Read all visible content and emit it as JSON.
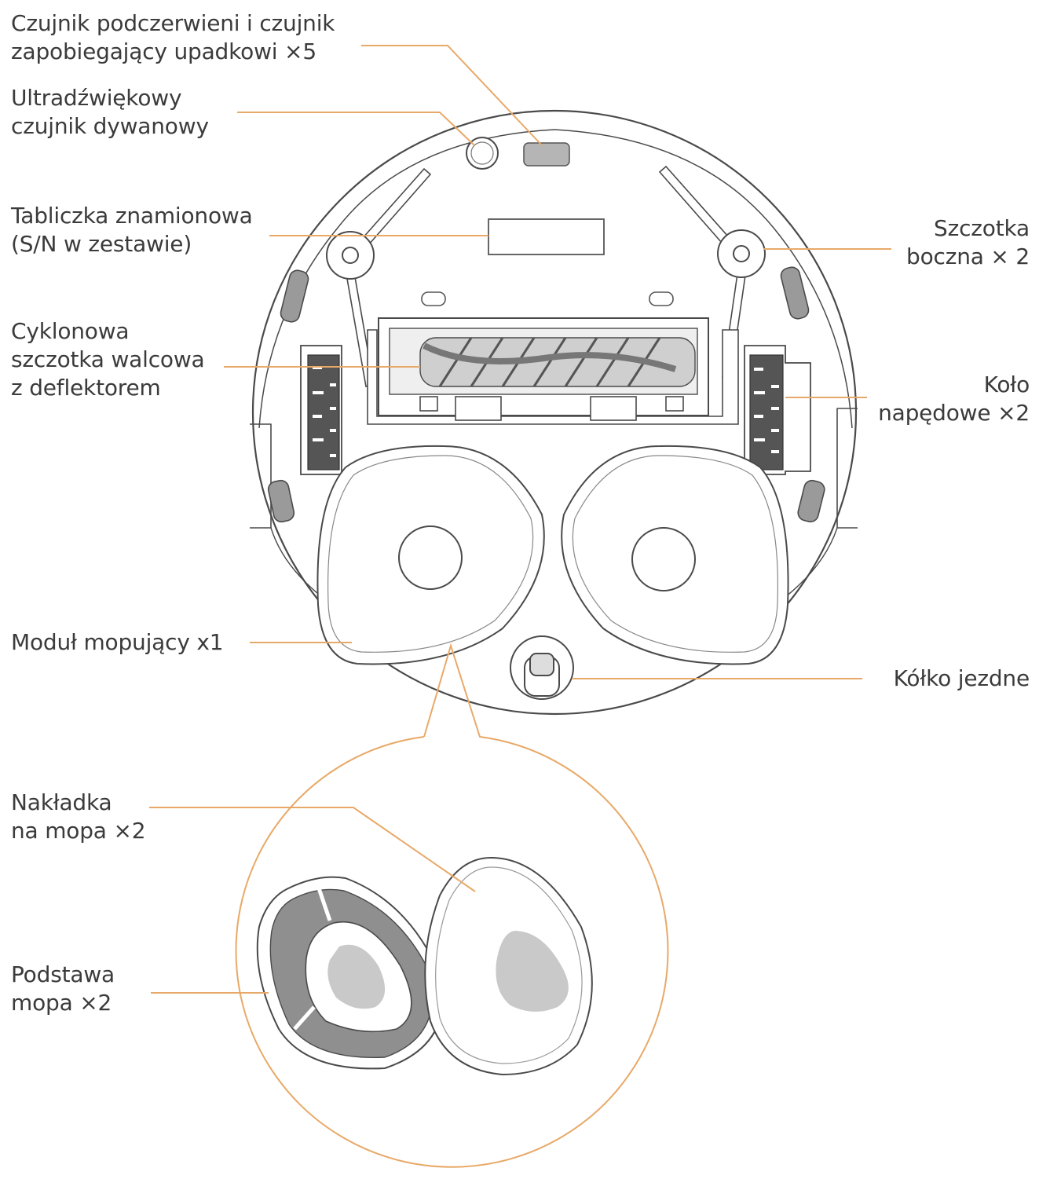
{
  "colors": {
    "accent": "#e8a968",
    "outline": "#4a4a4a",
    "fill_dark": "#6e6e6e",
    "fill_mid": "#a8a8a8",
    "fill_light": "#d6d6d6"
  },
  "labels": {
    "ir_sensor": [
      "Czujnik podczerwieni i czujnik",
      "zapobiegający upadkowi ×5"
    ],
    "carpet_sensor": [
      "Ultradźwiękowy",
      "czujnik dywanowy"
    ],
    "rating_plate": [
      "Tabliczka znamionowa",
      "(S/N w zestawie)"
    ],
    "roller_brush": [
      "Cyklonowa",
      "szczotka walcowa",
      "z deflektorem"
    ],
    "mop_module": [
      "Moduł mopujący x1"
    ],
    "mop_pad": [
      "Nakładka",
      "na mopa ×2"
    ],
    "mop_base": [
      "Podstawa",
      "mopa ×2"
    ],
    "side_brush": [
      "Szczotka",
      "boczna × 2"
    ],
    "drive_wheel": [
      "Koło",
      "napędowe ×2"
    ],
    "caster": [
      "Kółko jezdne"
    ]
  }
}
